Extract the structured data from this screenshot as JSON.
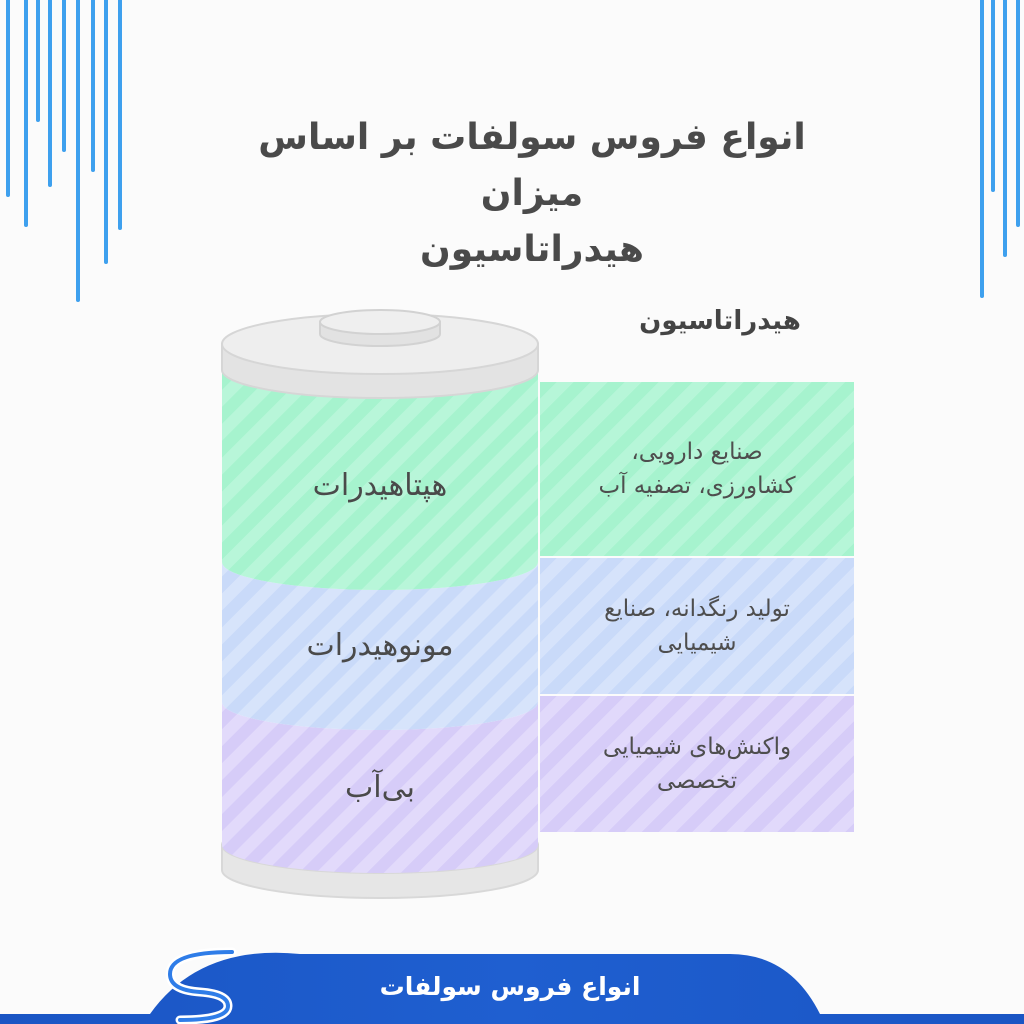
{
  "title": {
    "line1": "انواع فروس سولفات بر اساس میزان",
    "line2": "هیدراتاسیون"
  },
  "side_heading": "هیدراتاسیون",
  "segments": [
    {
      "label": "هپتاهیدرات",
      "color": "#a6f3ce"
    },
    {
      "label": "مونوهیدرات",
      "color": "#c9daf9"
    },
    {
      "label": "بی‌آب",
      "color": "#d6ccf8"
    }
  ],
  "panels": [
    {
      "line1": "صنایع دارویی،",
      "line2": "کشاورزی، تصفیه آب"
    },
    {
      "line1": "تولید رنگدانه، صنایع",
      "line2": "شیمیایی"
    },
    {
      "line1": "واکنش‌های شیمیایی",
      "line2": "تخصصی"
    }
  ],
  "footer": {
    "text": "انواع فروس سولفات",
    "logo_icon": "s-wave-logo-icon",
    "bar_color": "#1f5fd0"
  },
  "colors": {
    "accent_lines": "#3ea0ee",
    "cylinder_gray": "#e6e6e6"
  }
}
